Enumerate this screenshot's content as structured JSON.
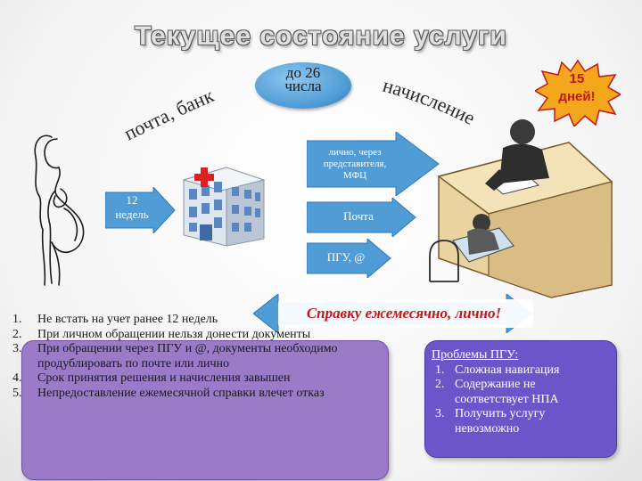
{
  "title": "Текущее состояние услуги",
  "deadline_oval": "до 26\nчисла",
  "curved_left_text": "почта, банк",
  "curved_right_text": "начисление",
  "burst_text": "15\nдней!",
  "arrow_12_weeks": "12\nнедель",
  "flow_arrows": {
    "personal": "лично, через\nпредставителя,\nМФЦ",
    "post": "Почта",
    "portal": "ПГУ, @"
  },
  "bubble_text": "Справку ежемесячно, лично!",
  "problems_list": [
    {
      "num": "1.",
      "text": "Не встать на учет ранее 12 недель"
    },
    {
      "num": "2.",
      "text": "При личном обращении нельзя донести документы"
    },
    {
      "num": "3.",
      "text": "При обращении через ПГУ и @, документы необходимо продублировать по почте или лично"
    },
    {
      "num": "4.",
      "text": "Срок принятия решения и начисления завышен"
    },
    {
      "num": "5.",
      "text": "Непредоставление ежемесячной справки влечет отказ"
    }
  ],
  "pgu_problems": {
    "heading": "Проблемы ПГУ:",
    "items": [
      {
        "num": "1.",
        "text": "Сложная навигация"
      },
      {
        "num": "2.",
        "text": "Содержание не соответствует НПА"
      },
      {
        "num": "3.",
        "text": "Получить услугу невозможно"
      }
    ]
  },
  "colors": {
    "arrow_blue": "#4f9cd6",
    "burst_red": "#c0181a",
    "box_left": "#9b7ac8",
    "box_right": "#6a55c9"
  },
  "icons": [
    "pregnant-woman-illustration",
    "hospital-building-illustration",
    "clerk-at-desk-illustration"
  ]
}
